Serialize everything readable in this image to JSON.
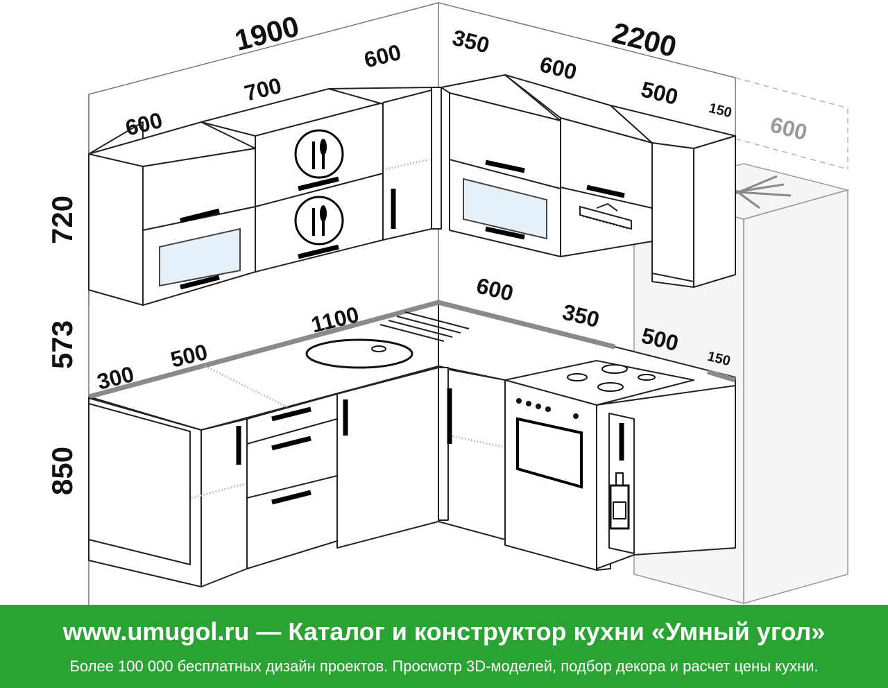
{
  "dimensions": {
    "top_left_width": "1900",
    "top_right_width": "2200",
    "upper_left_600": "600",
    "upper_mid_700": "700",
    "upper_corner_600": "600",
    "upper_right_350": "350",
    "upper_right_600": "600",
    "upper_right_500": "500",
    "upper_right_150": "150",
    "fridge_600": "600",
    "height_upper": "720",
    "height_gap": "573",
    "height_base": "850",
    "counter_300": "300",
    "counter_500": "500",
    "counter_1100": "1100",
    "counter_right_600": "600",
    "counter_right_350": "350",
    "counter_fridge_500": "500",
    "counter_right_150": "150"
  },
  "footer": {
    "headline": "www.umugol.ru — Каталог и конструктор кухни «Умный угол»",
    "subline": "Более 100 000 бесплатных дизайн проектов. Просмотр 3D-моделей, подбор декора и расчет цены кухни."
  },
  "colors": {
    "footer_bg": "#2aa334",
    "footer_text": "#ffffff",
    "glass": "#e6f0f8",
    "counter_edge": "#8a8a8a"
  }
}
